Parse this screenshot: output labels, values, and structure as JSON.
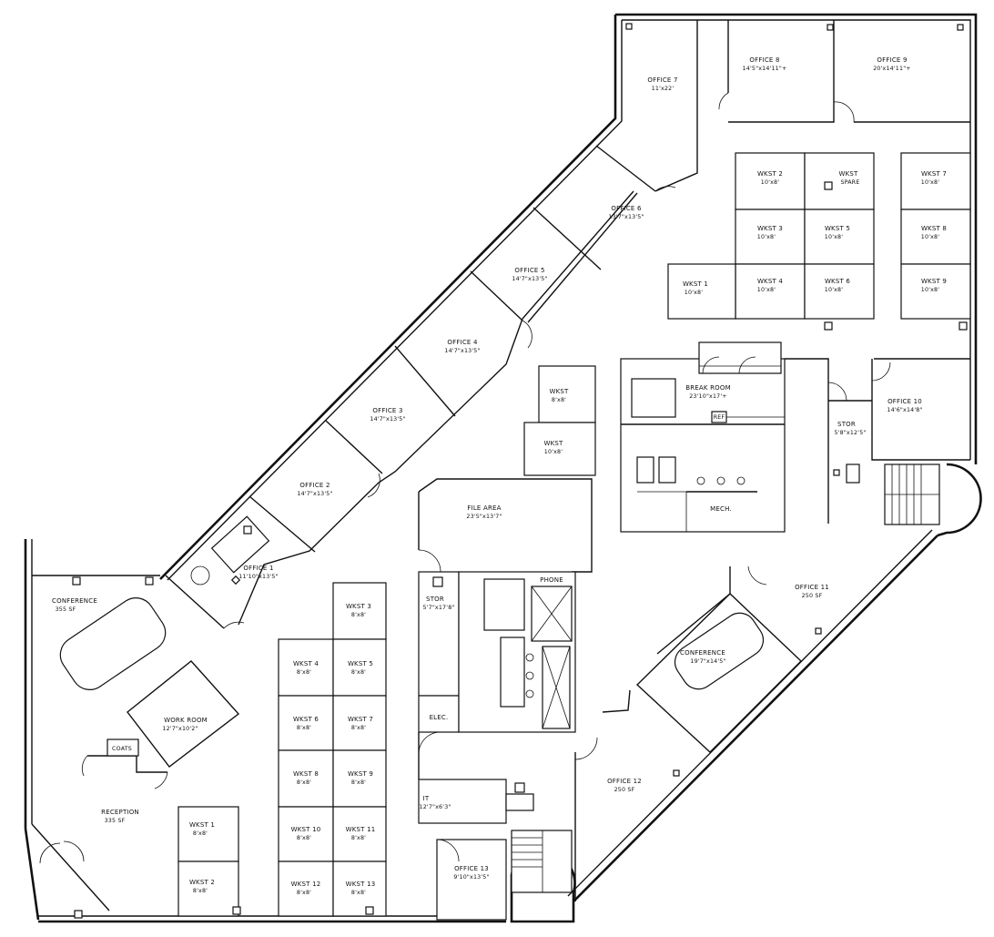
{
  "rooms": [
    {
      "id": "office-7",
      "name": "OFFICE 7",
      "dims": "11'x22'"
    },
    {
      "id": "office-8",
      "name": "OFFICE 8",
      "dims": "14'5\"x14'11\"+"
    },
    {
      "id": "office-9",
      "name": "OFFICE 9",
      "dims": "20'x14'11\"+"
    },
    {
      "id": "office-6",
      "name": "OFFICE 6",
      "dims": "13'7\"x13'5\""
    },
    {
      "id": "office-5",
      "name": "OFFICE 5",
      "dims": "14'7\"x13'5\""
    },
    {
      "id": "office-4",
      "name": "OFFICE 4",
      "dims": "14'7\"x13'5\""
    },
    {
      "id": "office-3",
      "name": "OFFICE 3",
      "dims": "14'7\"x13'5\""
    },
    {
      "id": "office-2",
      "name": "OFFICE 2",
      "dims": "14'7\"x13'5\""
    },
    {
      "id": "office-1",
      "name": "OFFICE 1",
      "dims": "11'10\"x13'5\""
    },
    {
      "id": "break-room",
      "name": "BREAK ROOM",
      "dims": "23'10\"x17'+"
    },
    {
      "id": "office-10",
      "name": "OFFICE 10",
      "dims": "14'6\"x14'8\""
    },
    {
      "id": "stor-right",
      "name": "STOR",
      "dims": "5'8\"x12'5\""
    },
    {
      "id": "mech",
      "name": "MECH.",
      "dims": ""
    },
    {
      "id": "ref",
      "name": "REF",
      "dims": ""
    },
    {
      "id": "file-area",
      "name": "FILE AREA",
      "dims": "23'5\"x13'7\""
    },
    {
      "id": "phone",
      "name": "PHONE",
      "dims": ""
    },
    {
      "id": "stor-left",
      "name": "STOR",
      "dims": "5'7\"x17'8\""
    },
    {
      "id": "elec",
      "name": "ELEC.",
      "dims": ""
    },
    {
      "id": "it",
      "name": "IT",
      "dims": "12'7\"x6'3\""
    },
    {
      "id": "office-13",
      "name": "OFFICE 13",
      "dims": "9'10\"x13'5\""
    },
    {
      "id": "office-11",
      "name": "OFFICE 11",
      "dims": "250 SF"
    },
    {
      "id": "conference-right",
      "name": "CONFERENCE",
      "dims": "19'7\"x14'5\""
    },
    {
      "id": "office-12",
      "name": "OFFICE 12",
      "dims": "250 SF"
    },
    {
      "id": "conference-left",
      "name": "CONFERENCE",
      "dims": "355 SF"
    },
    {
      "id": "work-room",
      "name": "WORK ROOM",
      "dims": "12'7\"x10'2\""
    },
    {
      "id": "coats",
      "name": "COATS",
      "dims": ""
    },
    {
      "id": "reception",
      "name": "RECEPTION",
      "dims": "335 SF"
    }
  ],
  "workstations": [
    {
      "id": "wkst-2-right",
      "name": "WKST 2",
      "dims": "10'x8'"
    },
    {
      "id": "wkst-spare",
      "name": "WKST",
      "dims": "SPARE"
    },
    {
      "id": "wkst-7-right",
      "name": "WKST 7",
      "dims": "10'x8'"
    },
    {
      "id": "wkst-3-right",
      "name": "WKST 3",
      "dims": "10'x8'"
    },
    {
      "id": "wkst-5-right",
      "name": "WKST 5",
      "dims": "10'x8'"
    },
    {
      "id": "wkst-8-right",
      "name": "WKST 8",
      "dims": "10'x8'"
    },
    {
      "id": "wkst-1-right",
      "name": "WKST 1",
      "dims": "10'x8'"
    },
    {
      "id": "wkst-4-right",
      "name": "WKST 4",
      "dims": "10'x8'"
    },
    {
      "id": "wkst-6-right",
      "name": "WKST 6",
      "dims": "10'x8'"
    },
    {
      "id": "wkst-9-right",
      "name": "WKST 9",
      "dims": "10'x8'"
    },
    {
      "id": "wkst-mid-upper",
      "name": "WKST",
      "dims": "8'x8'"
    },
    {
      "id": "wkst-mid-lower",
      "name": "WKST",
      "dims": "10'x8'"
    },
    {
      "id": "wkst-3-left",
      "name": "WKST 3",
      "dims": "8'x8'"
    },
    {
      "id": "wkst-4-left",
      "name": "WKST 4",
      "dims": "8'x8'"
    },
    {
      "id": "wkst-5-left",
      "name": "WKST 5",
      "dims": "8'x8'"
    },
    {
      "id": "wkst-6-left",
      "name": "WKST 6",
      "dims": "8'x8'"
    },
    {
      "id": "wkst-7-left",
      "name": "WKST 7",
      "dims": "8'x8'"
    },
    {
      "id": "wkst-8-left",
      "name": "WKST 8",
      "dims": "8'x8'"
    },
    {
      "id": "wkst-9-left",
      "name": "WKST 9",
      "dims": "8'x8'"
    },
    {
      "id": "wkst-10-left",
      "name": "WKST 10",
      "dims": "8'x8'"
    },
    {
      "id": "wkst-11-left",
      "name": "WKST 11",
      "dims": "8'x8'"
    },
    {
      "id": "wkst-12-left",
      "name": "WKST 12",
      "dims": "8'x8'"
    },
    {
      "id": "wkst-13-left",
      "name": "WKST 13",
      "dims": "8'x8'"
    },
    {
      "id": "wkst-1-left",
      "name": "WKST 1",
      "dims": "8'x8'"
    },
    {
      "id": "wkst-2-left",
      "name": "WKST 2",
      "dims": "8'x8'"
    }
  ]
}
